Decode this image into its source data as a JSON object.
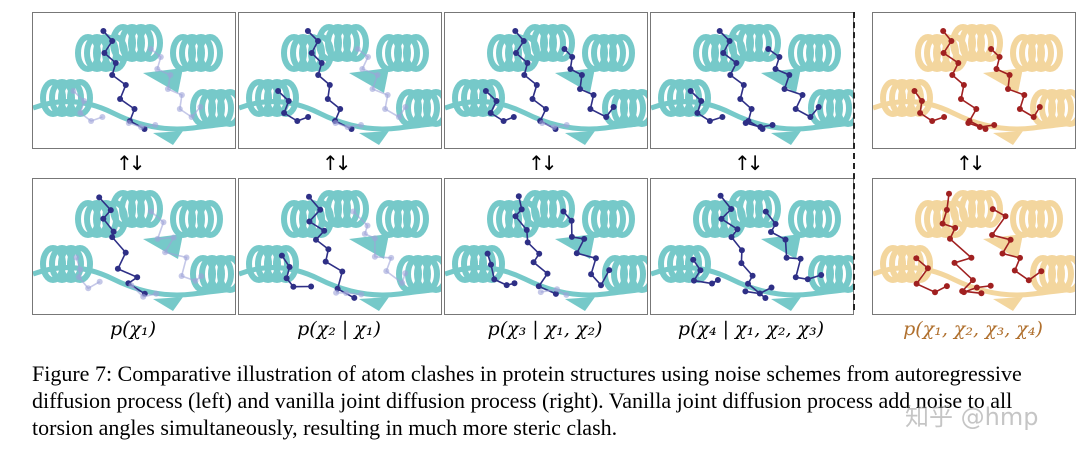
{
  "figure": {
    "labels": {
      "col1": "p(χ₁)",
      "col2": "p(χ₂ | χ₁)",
      "col3": "p(χ₃ | χ₁, χ₂)",
      "col4": "p(χ₄ | χ₁, χ₂, χ₃)",
      "col5": "p(χ₁, χ₂, χ₃, χ₄)"
    },
    "arrow_glyph": "↑↓",
    "colors": {
      "protein_left": "#5fc0c0",
      "protein_right": "#f2cf8e",
      "atoms_left": "#2e2f86",
      "atoms_right": "#a02020",
      "label_right": "#b0702e"
    }
  },
  "caption": {
    "text": "Figure 7: Comparative illustration of atom clashes in protein structures using noise schemes from autoregressive diffusion process (left) and vanilla joint diffusion process (right). Vanilla joint diffusion process add noise to all torsion angles simultaneously, resulting in much more steric clash."
  },
  "watermark": "知乎 @hmp"
}
